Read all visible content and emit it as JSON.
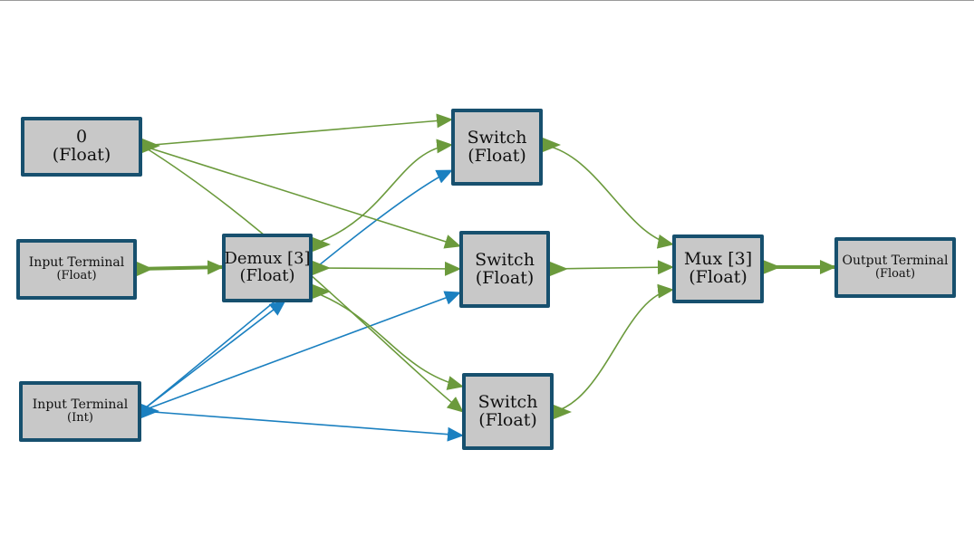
{
  "colors": {
    "float_edge": "#6b9a3c",
    "int_edge": "#1b80c0",
    "node_fill": "#c8c8c8",
    "node_border": "#17506e"
  },
  "nodes": {
    "const0": {
      "line1": "0",
      "line2": "(Float)"
    },
    "inFloat": {
      "line1": "Input Terminal",
      "line2": "(Float)"
    },
    "inInt": {
      "line1": "Input Terminal",
      "line2": "(Int)"
    },
    "demux": {
      "line1": "Demux [3]",
      "line2": "(Float)"
    },
    "sw1": {
      "line1": "Switch",
      "line2": "(Float)"
    },
    "sw2": {
      "line1": "Switch",
      "line2": "(Float)"
    },
    "sw3": {
      "line1": "Switch",
      "line2": "(Float)"
    },
    "mux": {
      "line1": "Mux [3]",
      "line2": "(Float)"
    },
    "out": {
      "line1": "Output Terminal",
      "line2": "(Float)"
    }
  },
  "edges": [
    {
      "from": "const0",
      "to": "sw1.in1",
      "type": "float"
    },
    {
      "from": "const0",
      "to": "sw2.in1",
      "type": "float"
    },
    {
      "from": "const0",
      "to": "sw3.in1",
      "type": "float"
    },
    {
      "from": "inFloat",
      "to": "demux.in1",
      "type": "float"
    },
    {
      "from": "demux.out1",
      "to": "sw1.in2",
      "type": "float"
    },
    {
      "from": "demux.out2",
      "to": "sw2.in2",
      "type": "float"
    },
    {
      "from": "demux.out3",
      "to": "sw3.in2",
      "type": "float"
    },
    {
      "from": "inInt",
      "to": "demux.sel",
      "type": "int"
    },
    {
      "from": "inInt",
      "to": "sw1.sel",
      "type": "int"
    },
    {
      "from": "inInt",
      "to": "sw2.sel",
      "type": "int"
    },
    {
      "from": "inInt",
      "to": "sw3.sel",
      "type": "int"
    },
    {
      "from": "sw1",
      "to": "mux.in1",
      "type": "float"
    },
    {
      "from": "sw2",
      "to": "mux.in2",
      "type": "float"
    },
    {
      "from": "sw3",
      "to": "mux.in3",
      "type": "float"
    },
    {
      "from": "mux",
      "to": "out.in1",
      "type": "float"
    }
  ]
}
